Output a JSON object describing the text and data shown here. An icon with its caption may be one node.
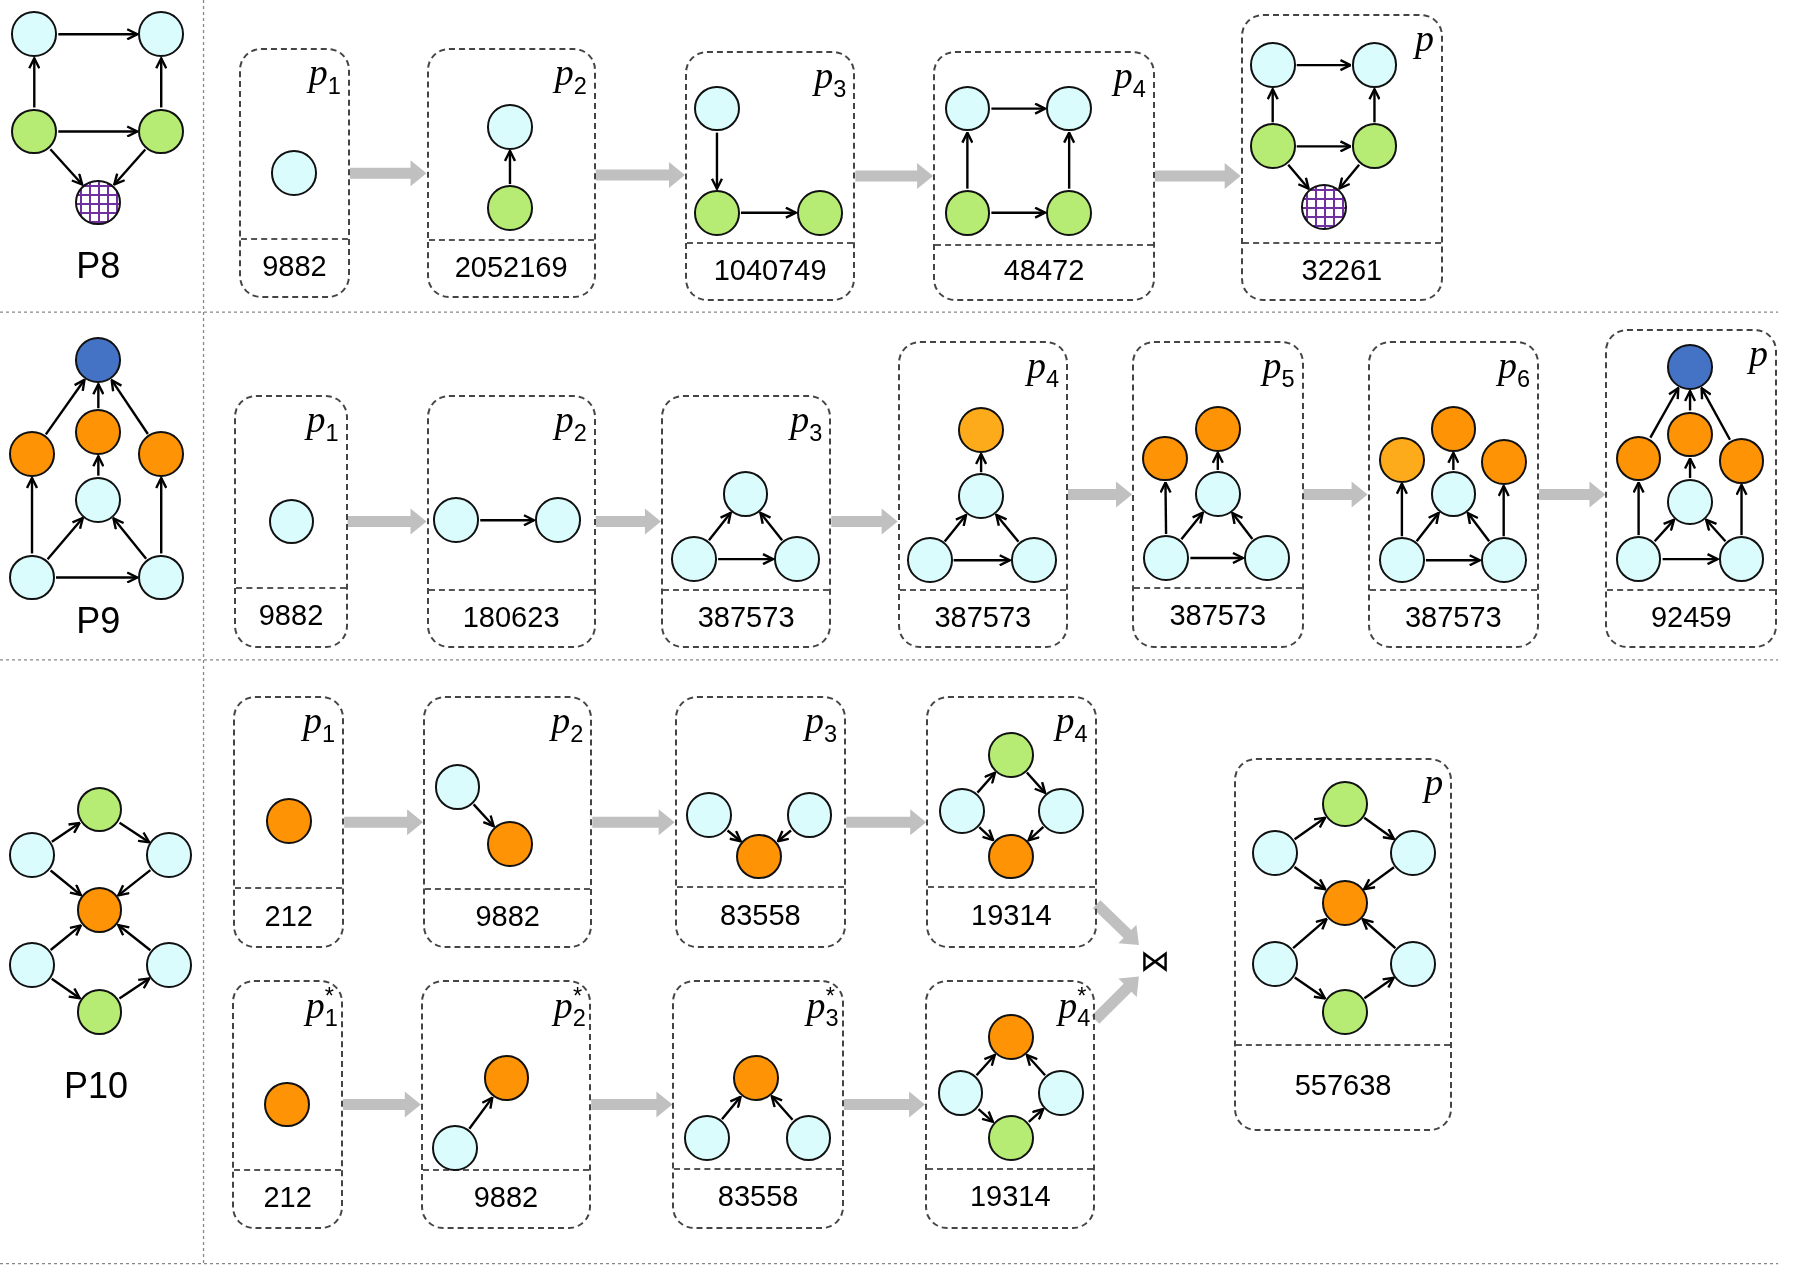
{
  "diagram": {
    "nodes": [
      {
        "text": [],
        "shape": "circle"
      },
      {
        "text": [],
        "shape": "circle"
      },
      {
        "text": [],
        "shape": "circle"
      },
      {
        "text": [],
        "shape": "circle"
      },
      {
        "text": [],
        "shape": "circle"
      },
      {
        "text": [
          "p$_{1}$",
          "9882"
        ]
      },
      {
        "text": [],
        "shape": "circle",
        "in": 5
      },
      {
        "text": [
          "p$_{2}$",
          "2052169"
        ]
      },
      {
        "text": [],
        "shape": "circle",
        "in": 7
      },
      {
        "text": [],
        "shape": "circle",
        "in": 7
      },
      {
        "text": [
          "p$_{3}$",
          "1040749"
        ]
      },
      {
        "text": [],
        "shape": "circle",
        "in": 10
      },
      {
        "text": [],
        "shape": "circle",
        "in": 10
      },
      {
        "text": [],
        "shape": "circle",
        "in": 10
      },
      {
        "text": [
          "p$_{4}$",
          "48472"
        ]
      },
      {
        "text": [],
        "shape": "circle",
        "in": 14
      },
      {
        "text": [],
        "shape": "circle",
        "in": 14
      },
      {
        "text": [],
        "shape": "circle",
        "in": 14
      },
      {
        "text": [],
        "shape": "circle",
        "in": 14
      },
      {
        "text": [
          "p",
          "32261"
        ]
      },
      {
        "text": [],
        "shape": "circle",
        "in": 19
      },
      {
        "text": [],
        "shape": "circle",
        "in": 19
      },
      {
        "text": [],
        "shape": "circle",
        "in": 19
      },
      {
        "text": [],
        "shape": "circle",
        "in": 19
      },
      {
        "text": [],
        "shape": "circle",
        "in": 19
      },
      {
        "text": [],
        "shape": "circle"
      },
      {
        "text": [],
        "shape": "circle"
      },
      {
        "text": [],
        "shape": "circle"
      },
      {
        "text": [],
        "shape": "circle"
      },
      {
        "text": [],
        "shape": "circle"
      },
      {
        "text": [],
        "shape": "circle"
      },
      {
        "text": [],
        "shape": "circle"
      },
      {
        "text": [
          "p$_{1}$",
          "9882"
        ]
      },
      {
        "text": [],
        "shape": "circle",
        "in": 32
      },
      {
        "text": [
          "p$_{2}$",
          "180623"
        ]
      },
      {
        "text": [],
        "shape": "circle",
        "in": 34
      },
      {
        "text": [],
        "shape": "circle",
        "in": 34
      },
      {
        "text": [
          "p$_{3}$",
          "387573"
        ]
      },
      {
        "text": [],
        "shape": "circle",
        "in": 37
      },
      {
        "text": [],
        "shape": "circle",
        "in": 37
      },
      {
        "text": [],
        "shape": "circle",
        "in": 37
      },
      {
        "text": [
          "p$_{4}$",
          "387573"
        ]
      },
      {
        "text": [],
        "shape": "circle",
        "in": 41
      },
      {
        "text": [],
        "shape": "circle",
        "in": 41
      },
      {
        "text": [],
        "shape": "circle",
        "in": 41
      },
      {
        "text": [],
        "shape": "circle",
        "in": 41
      },
      {
        "text": [
          "p$_{5}$",
          "387573"
        ]
      },
      {
        "text": [],
        "shape": "circle",
        "in": 46
      },
      {
        "text": [],
        "shape": "circle",
        "in": 46
      },
      {
        "text": [],
        "shape": "circle",
        "in": 46
      },
      {
        "text": [],
        "shape": "circle",
        "in": 46
      },
      {
        "text": [],
        "shape": "circle",
        "in": 46
      },
      {
        "text": [
          "p$_{6}$",
          "387573"
        ]
      },
      {
        "text": [],
        "shape": "circle",
        "in": 52
      },
      {
        "text": [],
        "shape": "circle",
        "in": 52
      },
      {
        "text": [],
        "shape": "circle",
        "in": 52
      },
      {
        "text": [],
        "shape": "circle",
        "in": 52
      },
      {
        "text": [],
        "shape": "circle",
        "in": 52
      },
      {
        "text": [],
        "shape": "circle",
        "in": 52
      },
      {
        "text": [
          "p",
          "92459"
        ]
      },
      {
        "text": [],
        "shape": "circle",
        "in": 59
      },
      {
        "text": [],
        "shape": "circle",
        "in": 59
      },
      {
        "text": [],
        "shape": "circle",
        "in": 59
      },
      {
        "text": [],
        "shape": "circle",
        "in": 59
      },
      {
        "text": [],
        "shape": "circle",
        "in": 59
      },
      {
        "text": [],
        "shape": "circle",
        "in": 59
      },
      {
        "text": [],
        "shape": "circle",
        "in": 59
      },
      {
        "text": [],
        "shape": "circle"
      },
      {
        "text": [],
        "shape": "circle"
      },
      {
        "text": [],
        "shape": "circle"
      },
      {
        "text": [],
        "shape": "circle"
      },
      {
        "text": [],
        "shape": "circle"
      },
      {
        "text": [],
        "shape": "circle"
      },
      {
        "text": [],
        "shape": "circle"
      },
      {
        "text": [
          "p$_{1}$",
          "212"
        ]
      },
      {
        "text": [],
        "shape": "circle",
        "in": 74
      },
      {
        "text": [
          "p$_{2}$",
          "9882"
        ]
      },
      {
        "text": [],
        "shape": "circle",
        "in": 76
      },
      {
        "text": [],
        "shape": "circle",
        "in": 76
      },
      {
        "text": [
          "p$_{3}$",
          "83558"
        ]
      },
      {
        "text": [],
        "shape": "circle",
        "in": 79
      },
      {
        "text": [],
        "shape": "circle",
        "in": 79
      },
      {
        "text": [],
        "shape": "circle",
        "in": 79
      },
      {
        "text": [
          "p$_{4}$",
          "19314"
        ]
      },
      {
        "text": [],
        "shape": "circle",
        "in": 83
      },
      {
        "text": [],
        "shape": "circle",
        "in": 83
      },
      {
        "text": [],
        "shape": "circle",
        "in": 83
      },
      {
        "text": [],
        "shape": "circle",
        "in": 83
      },
      {
        "text": [
          "⋈"
        ]
      },
      {
        "text": [
          "p",
          "557638"
        ]
      },
      {
        "text": [],
        "shape": "circle",
        "in": 89
      },
      {
        "text": [],
        "shape": "circle",
        "in": 89
      },
      {
        "text": [],
        "shape": "circle",
        "in": 89
      },
      {
        "text": [],
        "shape": "circle",
        "in": 89
      },
      {
        "text": [],
        "shape": "circle",
        "in": 89
      },
      {
        "text": [],
        "shape": "circle",
        "in": 89
      },
      {
        "text": [],
        "shape": "circle",
        "in": 89
      },
      {
        "text": [
          "p$_{1}$$^{*}$",
          "212"
        ]
      },
      {
        "text": [],
        "shape": "circle",
        "in": 97
      },
      {
        "text": [
          "p$_{2}$$^{*}$",
          "9882"
        ]
      },
      {
        "text": [],
        "shape": "circle",
        "in": 99
      },
      {
        "text": [],
        "shape": "circle",
        "in": 99
      },
      {
        "text": [
          "p$_{3}$$^{*}$",
          "83558"
        ]
      },
      {
        "text": [],
        "shape": "circle",
        "in": 102
      },
      {
        "text": [],
        "shape": "circle",
        "in": 102
      },
      {
        "text": [],
        "shape": "circle",
        "in": 102
      },
      {
        "text": [
          "p$_{4}$$^{*}$",
          "19314"
        ]
      },
      {
        "text": [],
        "shape": "circle",
        "in": 106
      },
      {
        "text": [],
        "shape": "circle",
        "in": 106
      },
      {
        "text": [],
        "shape": "circle",
        "in": 106
      },
      {
        "text": [],
        "shape": "circle",
        "in": 106
      }
    ],
    "edges": [
      {
        "from": 2,
        "to": 0,
        "arrow": "to"
      },
      {
        "from": 3,
        "to": 1,
        "arrow": "to"
      },
      {
        "from": 0,
        "to": 1,
        "arrow": "to"
      },
      {
        "from": 2,
        "to": 3,
        "arrow": "to"
      },
      {
        "from": 2,
        "to": 4,
        "arrow": "to"
      },
      {
        "from": 3,
        "to": 4,
        "arrow": "to"
      },
      {
        "from": 9,
        "to": 8,
        "arrow": "to"
      },
      {
        "from": 11,
        "to": 12,
        "arrow": "to"
      },
      {
        "from": 12,
        "to": 13,
        "arrow": "to"
      },
      {
        "from": 15,
        "to": 16,
        "arrow": "to"
      },
      {
        "from": 17,
        "to": 15,
        "arrow": "to"
      },
      {
        "from": 18,
        "to": 16,
        "arrow": "to"
      },
      {
        "from": 17,
        "to": 18,
        "arrow": "to"
      },
      {
        "from": 20,
        "to": 21,
        "arrow": "to"
      },
      {
        "from": 22,
        "to": 20,
        "arrow": "to"
      },
      {
        "from": 23,
        "to": 21,
        "arrow": "to"
      },
      {
        "from": 22,
        "to": 23,
        "arrow": "to"
      },
      {
        "from": 22,
        "to": 24,
        "arrow": "to"
      },
      {
        "from": 23,
        "to": 24,
        "arrow": "to"
      },
      {
        "from": 5,
        "to": 7,
        "arrow": "to",
        "style": "thick",
        "color": "#c0c0c0"
      },
      {
        "from": 7,
        "to": 10,
        "arrow": "to",
        "style": "thick",
        "color": "#c0c0c0"
      },
      {
        "from": 10,
        "to": 14,
        "arrow": "to",
        "style": "thick",
        "color": "#c0c0c0"
      },
      {
        "from": 14,
        "to": 19,
        "arrow": "to",
        "style": "thick",
        "color": "#c0c0c0"
      },
      {
        "from": 26,
        "to": 25,
        "arrow": "to"
      },
      {
        "from": 27,
        "to": 25,
        "arrow": "to"
      },
      {
        "from": 28,
        "to": 25,
        "arrow": "to"
      },
      {
        "from": 29,
        "to": 27,
        "arrow": "to"
      },
      {
        "from": 30,
        "to": 26,
        "arrow": "to"
      },
      {
        "from": 31,
        "to": 28,
        "arrow": "to"
      },
      {
        "from": 30,
        "to": 29,
        "arrow": "to"
      },
      {
        "from": 31,
        "to": 29,
        "arrow": "to"
      },
      {
        "from": 30,
        "to": 31,
        "arrow": "to"
      },
      {
        "from": 35,
        "to": 36,
        "arrow": "to"
      },
      {
        "from": 39,
        "to": 38,
        "arrow": "to"
      },
      {
        "from": 40,
        "to": 38,
        "arrow": "to"
      },
      {
        "from": 39,
        "to": 40,
        "arrow": "to"
      },
      {
        "from": 43,
        "to": 42,
        "arrow": "to"
      },
      {
        "from": 44,
        "to": 43,
        "arrow": "to"
      },
      {
        "from": 45,
        "to": 43,
        "arrow": "to"
      },
      {
        "from": 44,
        "to": 45,
        "arrow": "to"
      },
      {
        "from": 50,
        "to": 47,
        "arrow": "to"
      },
      {
        "from": 49,
        "to": 48,
        "arrow": "to"
      },
      {
        "from": 50,
        "to": 49,
        "arrow": "to"
      },
      {
        "from": 51,
        "to": 49,
        "arrow": "to"
      },
      {
        "from": 50,
        "to": 51,
        "arrow": "to"
      },
      {
        "from": 57,
        "to": 53,
        "arrow": "to"
      },
      {
        "from": 56,
        "to": 54,
        "arrow": "to"
      },
      {
        "from": 58,
        "to": 55,
        "arrow": "to"
      },
      {
        "from": 57,
        "to": 56,
        "arrow": "to"
      },
      {
        "from": 58,
        "to": 56,
        "arrow": "to"
      },
      {
        "from": 57,
        "to": 58,
        "arrow": "to"
      },
      {
        "from": 61,
        "to": 60,
        "arrow": "to"
      },
      {
        "from": 62,
        "to": 60,
        "arrow": "to"
      },
      {
        "from": 63,
        "to": 60,
        "arrow": "to"
      },
      {
        "from": 64,
        "to": 62,
        "arrow": "to"
      },
      {
        "from": 65,
        "to": 61,
        "arrow": "to"
      },
      {
        "from": 66,
        "to": 63,
        "arrow": "to"
      },
      {
        "from": 65,
        "to": 64,
        "arrow": "to"
      },
      {
        "from": 66,
        "to": 64,
        "arrow": "to"
      },
      {
        "from": 65,
        "to": 66,
        "arrow": "to"
      },
      {
        "from": 32,
        "to": 34,
        "arrow": "to",
        "style": "thick",
        "color": "#c0c0c0"
      },
      {
        "from": 34,
        "to": 37,
        "arrow": "to",
        "style": "thick",
        "color": "#c0c0c0"
      },
      {
        "from": 37,
        "to": 41,
        "arrow": "to",
        "style": "thick",
        "color": "#c0c0c0"
      },
      {
        "from": 41,
        "to": 46,
        "arrow": "to",
        "style": "thick",
        "color": "#c0c0c0"
      },
      {
        "from": 46,
        "to": 52,
        "arrow": "to",
        "style": "thick",
        "color": "#c0c0c0"
      },
      {
        "from": 52,
        "to": 59,
        "arrow": "to",
        "style": "thick",
        "color": "#c0c0c0"
      },
      {
        "from": 68,
        "to": 67,
        "arrow": "to"
      },
      {
        "from": 67,
        "to": 69,
        "arrow": "to"
      },
      {
        "from": 68,
        "to": 70,
        "arrow": "to"
      },
      {
        "from": 69,
        "to": 70,
        "arrow": "to"
      },
      {
        "from": 71,
        "to": 70,
        "arrow": "to"
      },
      {
        "from": 72,
        "to": 70,
        "arrow": "to"
      },
      {
        "from": 71,
        "to": 73,
        "arrow": "to"
      },
      {
        "from": 73,
        "to": 72,
        "arrow": "to"
      },
      {
        "from": 77,
        "to": 78,
        "arrow": "to"
      },
      {
        "from": 80,
        "to": 82,
        "arrow": "to"
      },
      {
        "from": 81,
        "to": 82,
        "arrow": "to"
      },
      {
        "from": 85,
        "to": 84,
        "arrow": "to"
      },
      {
        "from": 84,
        "to": 86,
        "arrow": "to"
      },
      {
        "from": 85,
        "to": 87,
        "arrow": "to"
      },
      {
        "from": 86,
        "to": 87,
        "arrow": "to"
      },
      {
        "from": 91,
        "to": 90,
        "arrow": "to"
      },
      {
        "from": 90,
        "to": 92,
        "arrow": "to"
      },
      {
        "from": 91,
        "to": 93,
        "arrow": "to"
      },
      {
        "from": 92,
        "to": 93,
        "arrow": "to"
      },
      {
        "from": 94,
        "to": 93,
        "arrow": "to"
      },
      {
        "from": 95,
        "to": 93,
        "arrow": "to"
      },
      {
        "from": 94,
        "to": 96,
        "arrow": "to"
      },
      {
        "from": 96,
        "to": 95,
        "arrow": "to"
      },
      {
        "from": 101,
        "to": 100,
        "arrow": "to"
      },
      {
        "from": 104,
        "to": 103,
        "arrow": "to"
      },
      {
        "from": 105,
        "to": 103,
        "arrow": "to"
      },
      {
        "from": 108,
        "to": 107,
        "arrow": "to"
      },
      {
        "from": 109,
        "to": 107,
        "arrow": "to"
      },
      {
        "from": 108,
        "to": 110,
        "arrow": "to"
      },
      {
        "from": 110,
        "to": 109,
        "arrow": "to"
      },
      {
        "from": 74,
        "to": 76,
        "arrow": "to",
        "style": "thick",
        "color": "#c0c0c0"
      },
      {
        "from": 76,
        "to": 79,
        "arrow": "to",
        "style": "thick",
        "color": "#c0c0c0"
      },
      {
        "from": 79,
        "to": 83,
        "arrow": "to",
        "style": "thick",
        "color": "#c0c0c0"
      },
      {
        "from": 97,
        "to": 99,
        "arrow": "to",
        "style": "thick",
        "color": "#c0c0c0"
      },
      {
        "from": 99,
        "to": 102,
        "arrow": "to",
        "style": "thick",
        "color": "#c0c0c0"
      },
      {
        "from": 102,
        "to": 106,
        "arrow": "to",
        "style": "thick",
        "color": "#c0c0c0"
      },
      {
        "from": 83,
        "to": 88,
        "arrow": "to",
        "style": "thick",
        "color": "#c0c0c0"
      },
      {
        "from": 106,
        "to": 88,
        "arrow": "to",
        "style": "thick",
        "color": "#c0c0c0"
      }
    ],
    "labels": [
      "P8",
      "P9",
      "P10"
    ]
  }
}
